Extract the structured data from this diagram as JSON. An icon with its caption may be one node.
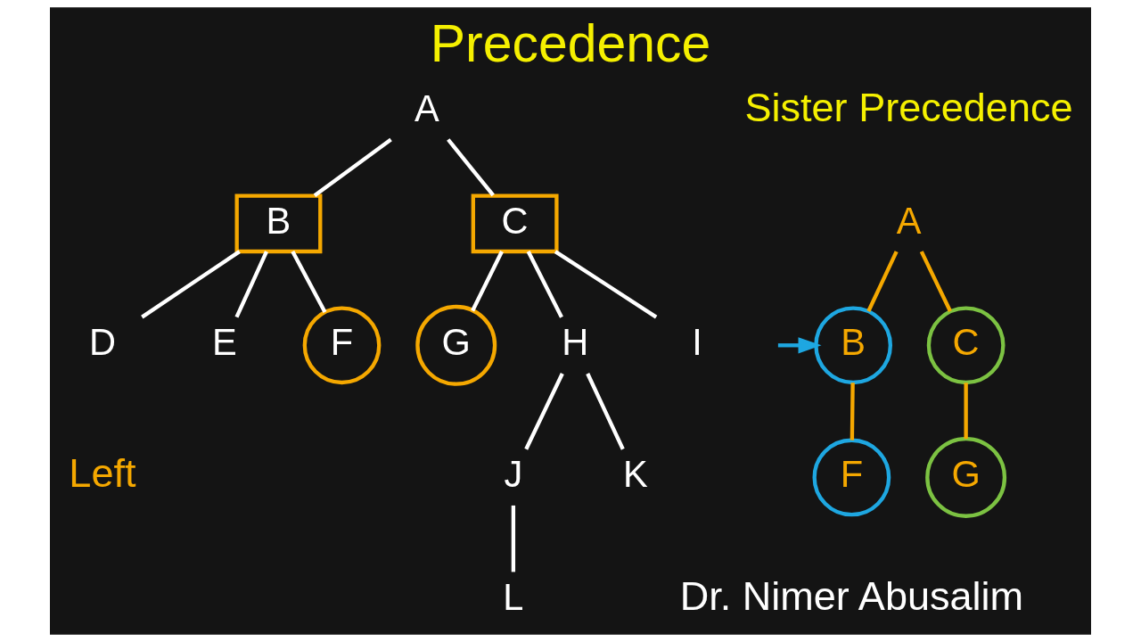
{
  "diagram": {
    "title": "Precedence",
    "nodes": [
      {
        "text": [
          "A"
        ]
      },
      {
        "text": [
          "B"
        ]
      },
      {
        "text": [
          "C"
        ]
      },
      {
        "text": [
          "D"
        ]
      },
      {
        "text": [
          "E"
        ]
      },
      {
        "text": [
          "F"
        ]
      },
      {
        "text": [
          "G"
        ]
      },
      {
        "text": [
          "H"
        ]
      },
      {
        "text": [
          "I"
        ]
      },
      {
        "text": [
          "J"
        ]
      },
      {
        "text": [
          "K"
        ]
      },
      {
        "text": [
          "L"
        ]
      },
      {
        "text": [
          "A"
        ]
      },
      {
        "text": [
          "B"
        ]
      },
      {
        "text": [
          "C"
        ]
      },
      {
        "text": [
          "G"
        ]
      },
      {
        "text": [
          "F"
        ]
      }
    ],
    "edges": [
      {
        "from": 0,
        "to": 1,
        "arrow": "none"
      },
      {
        "from": 0,
        "to": 2,
        "arrow": "none"
      },
      {
        "from": 1,
        "to": 3,
        "arrow": "none"
      },
      {
        "from": 1,
        "to": 4,
        "arrow": "none"
      },
      {
        "from": 1,
        "to": 5,
        "arrow": "none"
      },
      {
        "from": 2,
        "to": 6,
        "arrow": "none"
      },
      {
        "from": 2,
        "to": 7,
        "arrow": "none"
      },
      {
        "from": 2,
        "to": 8,
        "arrow": "none"
      },
      {
        "from": 7,
        "to": 9,
        "arrow": "none"
      },
      {
        "from": 7,
        "to": 10,
        "arrow": "none"
      },
      {
        "from": 9,
        "to": 11,
        "arrow": "none"
      },
      {
        "from": 12,
        "to": 13,
        "arrow": "none",
        "color": "#f5a800"
      },
      {
        "from": 12,
        "to": 14,
        "arrow": "none",
        "color": "#f5a800"
      },
      {
        "from": 13,
        "to": 16,
        "arrow": "none",
        "color": "#f5a800"
      },
      {
        "from": 14,
        "to": 15,
        "arrow": "none",
        "color": "#f5a800"
      },
      {
        "from": null,
        "to": 13,
        "arrow": "to",
        "color": "#1ea7e1"
      }
    ],
    "labels": [
      "Left",
      "Sister Precedence",
      "Dr. Nimer Abusalim"
    ]
  }
}
